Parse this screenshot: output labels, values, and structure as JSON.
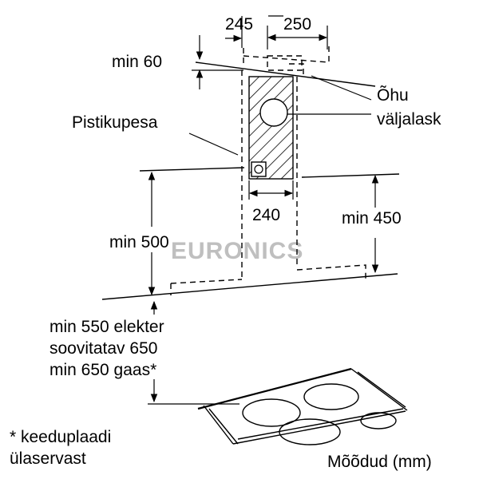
{
  "labels": {
    "dim_245": "245",
    "dim_250": "250",
    "min_60": "min  60",
    "ohu": "Õhu",
    "valjalask": "väljalask",
    "pistikupesa": "Pistikupesa",
    "dim_240": "240",
    "min_450": "min 450",
    "min_500": "min 500",
    "line_550": "min 550 elekter",
    "line_650_rec": "soovitatav 650",
    "line_650_gas": "min 650 gaas*",
    "footnote_1": "* keeduplaadi",
    "footnote_2": "ülaservast",
    "units": "Mõõdud (mm)"
  },
  "watermark": "EURONICS"
}
